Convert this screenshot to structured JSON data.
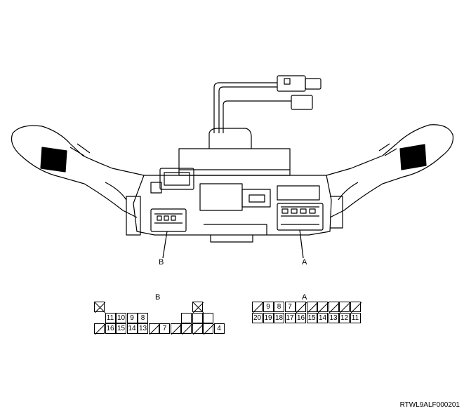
{
  "callouts": {
    "a": "A",
    "b": "B"
  },
  "connector_b": {
    "title": "B",
    "row1": [
      "X",
      "",
      "",
      "",
      "",
      "",
      "",
      "",
      "",
      "X",
      "",
      ""
    ],
    "row2": [
      "",
      "11",
      "10",
      "9",
      "8",
      "",
      "",
      "",
      "",
      "",
      "",
      ""
    ],
    "row3": [
      "/",
      "16",
      "15",
      "14",
      "13",
      "/",
      "7",
      "/",
      "/",
      "/",
      "/",
      "4"
    ]
  },
  "connector_a": {
    "title": "A",
    "row1": [
      "/",
      "9",
      "8",
      "7",
      "/",
      "/",
      "/",
      "/",
      "/",
      "/"
    ],
    "row2": [
      "20",
      "19",
      "18",
      "17",
      "16",
      "15",
      "14",
      "13",
      "12",
      "11"
    ]
  },
  "reference": "RTWL9ALF000201"
}
